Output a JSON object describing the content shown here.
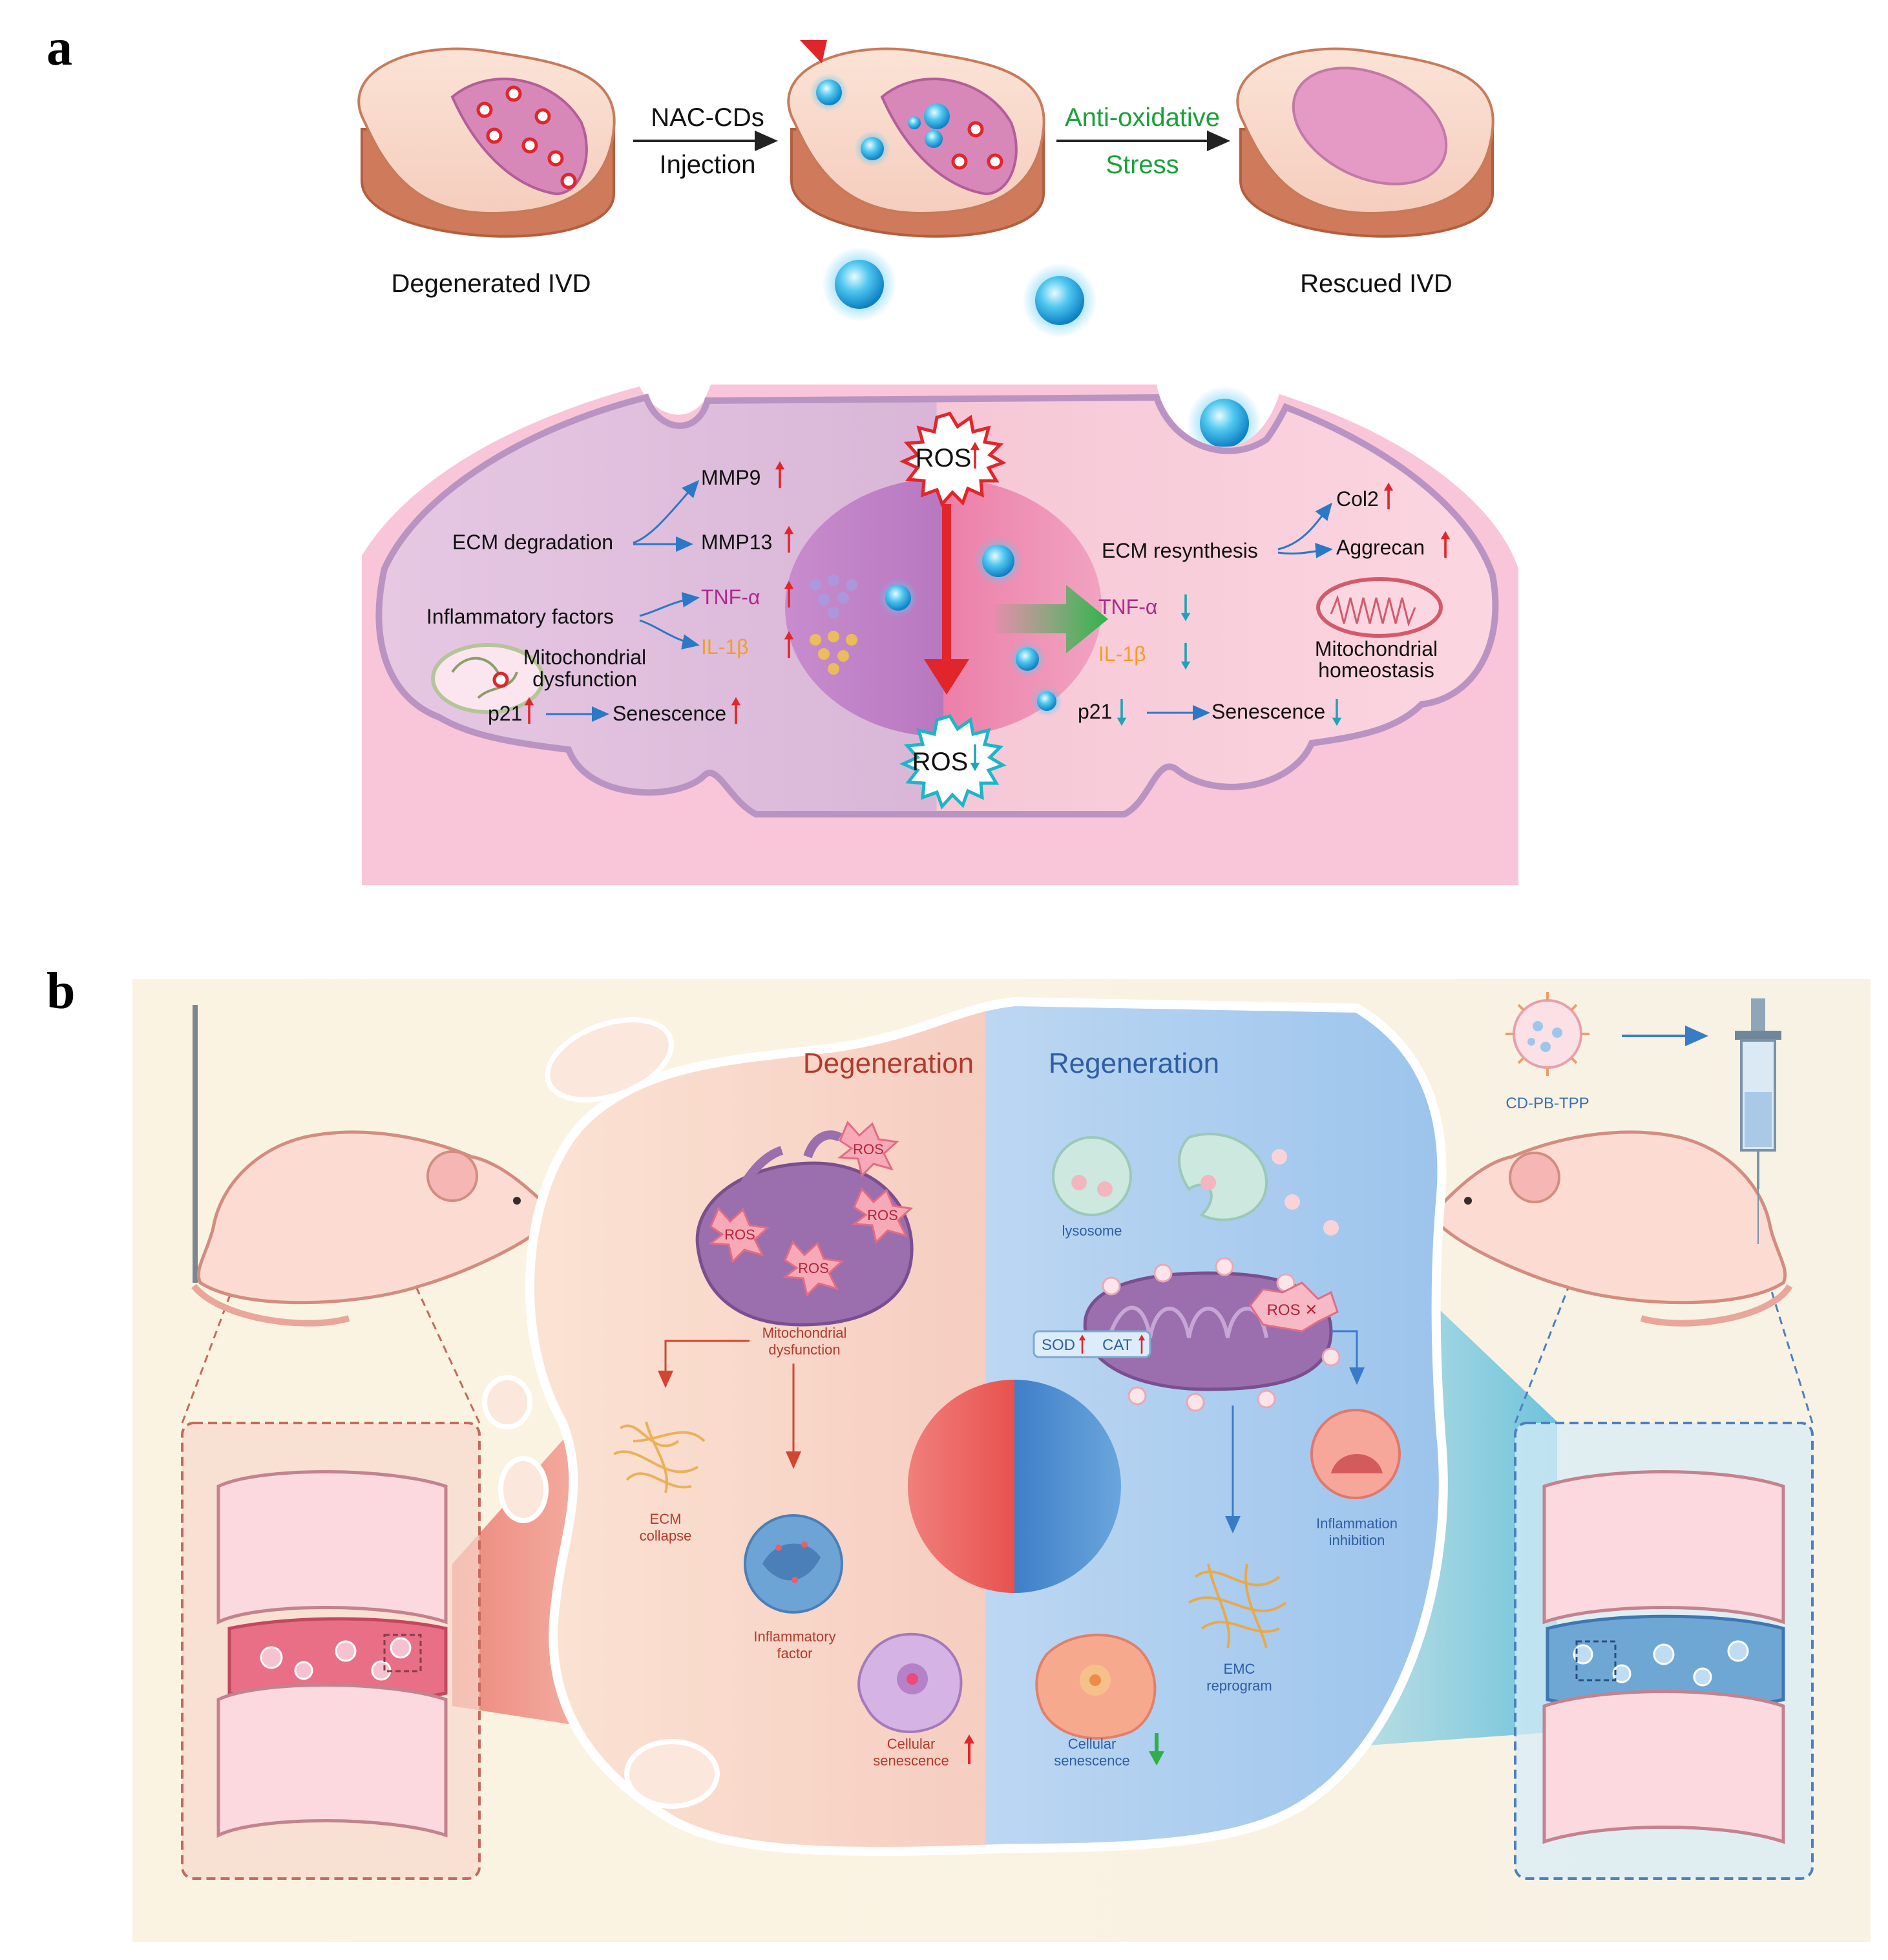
{
  "panel_a": {
    "letter": "a",
    "top": {
      "arrow1_line1": "NAC-CDs",
      "arrow1_line2": "Injection",
      "arrow2_line1": "Anti-oxidative",
      "arrow2_line2": "Stress",
      "left_disc": "Degenerated IVD",
      "right_disc": "Rescued IVD"
    },
    "cell": {
      "ros_up": "ROS",
      "ros_down": "ROS",
      "left": {
        "ecm_degradation": "ECM degradation",
        "mmp9": "MMP9",
        "mmp13": "MMP13",
        "inflammatory_factors": "Inflammatory factors",
        "tnf": "TNF-α",
        "il1b": "IL-1β",
        "mito_line1": "Mitochondrial",
        "mito_line2": "dysfunction",
        "p21": "p21",
        "senescence": "Senescence"
      },
      "right": {
        "ecm_resynthesis": "ECM resynthesis",
        "col2": "Col2",
        "aggrecan": "Aggrecan",
        "tnf": "TNF-α",
        "il1b": "IL-1β",
        "mito_line1": "Mitochondrial",
        "mito_line2": "homeostasis",
        "p21": "p21",
        "senescence": "Senescence"
      }
    }
  },
  "panel_b": {
    "letter": "b",
    "degeneration": "Degeneration",
    "regeneration": "Regeneration",
    "cd_pb_tpp": "CD-PB-TPP",
    "ros": "ROS",
    "left": {
      "mito_line1": "Mitochondrial",
      "mito_line2": "dysfunction",
      "ecm_line1": "ECM",
      "ecm_line2": "collapse",
      "infl_line1": "Inflammatory",
      "infl_line2": "factor",
      "sen_line1": "Cellular",
      "sen_line2": "senescence"
    },
    "right": {
      "lysosome": "lysosome",
      "ros_x": "ROS ✕",
      "sod": "SOD",
      "cat": "CAT",
      "infl_line1": "Inflammation",
      "infl_line2": "inhibition",
      "emc_line1": "EMC",
      "emc_line2": "reprogram",
      "sen_line1": "Cellular",
      "sen_line2": "senescence"
    }
  },
  "colors": {
    "red_arrow": "#e0262b",
    "teal_arrow": "#1fa3b8",
    "green_text": "#1aa13a",
    "tnf_magenta": "#b0288c",
    "il1b_orange": "#f0a024",
    "deg_red": "#b23a2e",
    "regen_blue": "#2e5fa3"
  }
}
